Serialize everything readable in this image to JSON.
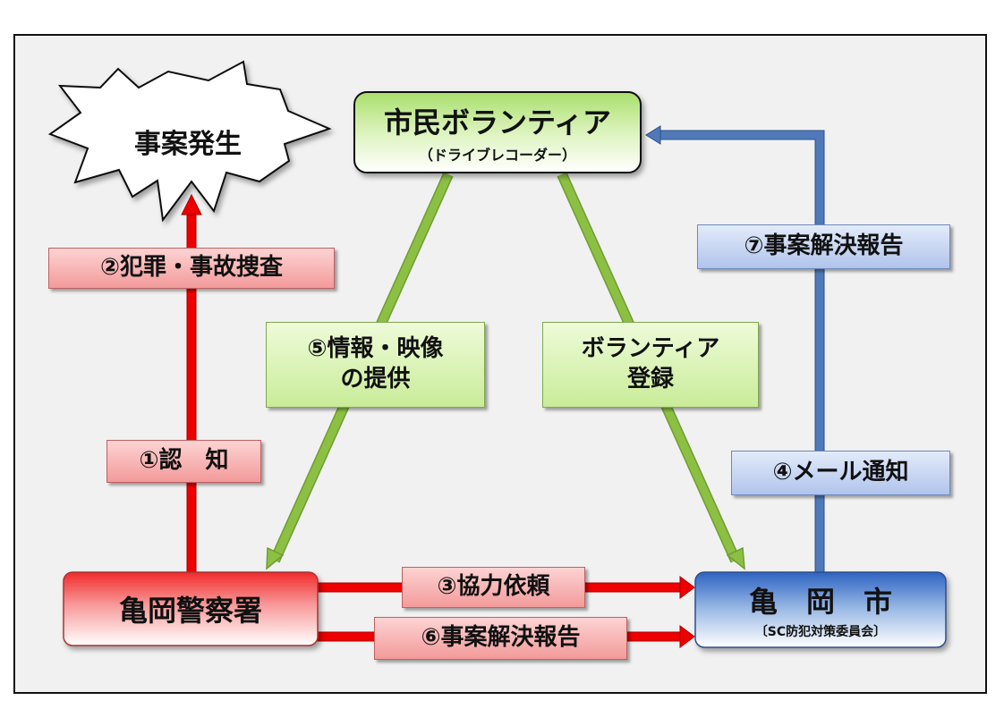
{
  "nodes": {
    "incident": "事案発生",
    "volunteer_title": "市民ボランティア",
    "volunteer_sub": "（ドライブレコーダー）",
    "police": "亀岡警察署",
    "city_title": "亀　岡　市",
    "city_sub": "〔SC防犯対策委員会〕"
  },
  "labels": {
    "investigation": "②犯罪・事故捜査",
    "recognition": "①認　知",
    "info_line1": "⑤情報・映像",
    "info_line2": "の提供",
    "register_line1": "ボランティア",
    "register_line2": "登録",
    "cooperation": "③協力依頼",
    "report_police": "⑥事案解決報告",
    "mail": "④メール通知",
    "report_volunteer": "⑦事案解決報告"
  },
  "colors": {
    "red_arrow": "#ee0000",
    "green_arrow": "#8cc043",
    "blue_arrow": "#4f79b8"
  }
}
